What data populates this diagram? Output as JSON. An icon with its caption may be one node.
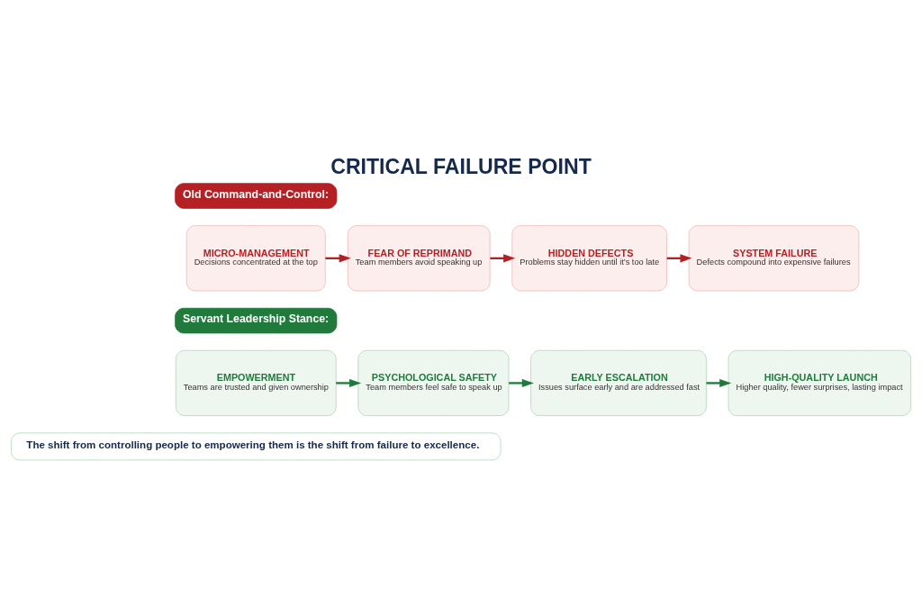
{
  "diagram": {
    "title": "CRITICAL FAILURE POINT",
    "nodes": [
      {
        "text": [
          "Old Command-and-Control:"
        ]
      },
      {
        "text": [
          "MICRO-MANAGEMENT",
          "Decisions concentrated at the top"
        ]
      },
      {
        "text": [
          "FEAR OF REPRIMAND",
          "Team members avoid speaking up"
        ]
      },
      {
        "text": [
          "HIDDEN DEFECTS",
          "Problems stay hidden until it’s too late"
        ]
      },
      {
        "text": [
          "SYSTEM FAILURE",
          "Defects compound into expensive failures"
        ]
      },
      {
        "text": [
          "Servant Leadership Stance:"
        ]
      },
      {
        "text": [
          "EMPOWERMENT",
          "Teams are trusted and given ownership"
        ]
      },
      {
        "text": [
          "PSYCHOLOGICAL SAFETY",
          "Team members feel safe to speak up"
        ]
      },
      {
        "text": [
          "EARLY ESCALATION",
          "Issues surface early and are addressed fast"
        ]
      },
      {
        "text": [
          "HIGH-QUALITY LAUNCH",
          "Higher quality, fewer surprises, lasting impact"
        ]
      },
      {
        "text": [
          "The shift from controlling people to empowering them is the shift from failure to excellence."
        ]
      }
    ],
    "edges": [
      {
        "from": 1,
        "to": 2,
        "arrow": "to",
        "color": "#b52025"
      },
      {
        "from": 2,
        "to": 3,
        "arrow": "to",
        "color": "#b52025"
      },
      {
        "from": 3,
        "to": 4,
        "arrow": "to",
        "color": "#b52025"
      },
      {
        "from": 6,
        "to": 7,
        "arrow": "to",
        "color": "#1f7a3c"
      },
      {
        "from": 7,
        "to": 8,
        "arrow": "to",
        "color": "#1f7a3c"
      },
      {
        "from": 8,
        "to": 9,
        "arrow": "to",
        "color": "#1f7a3c"
      }
    ]
  }
}
